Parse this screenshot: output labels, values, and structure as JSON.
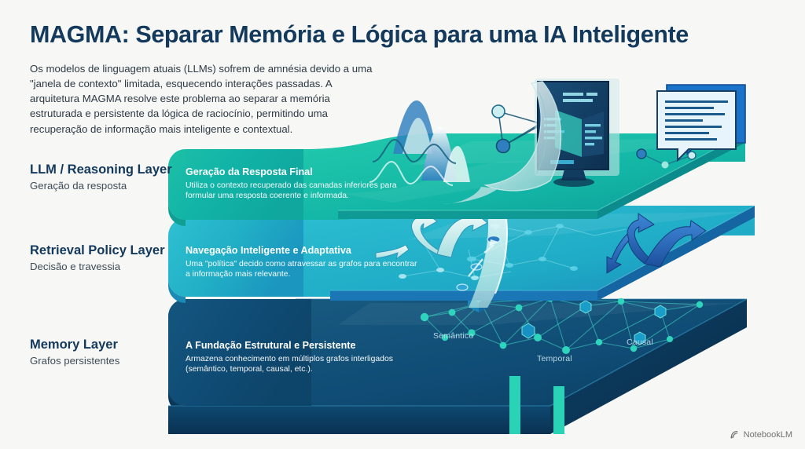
{
  "page": {
    "title": "MAGMA: Separar Memória e Lógica para uma IA Inteligente",
    "intro": "Os modelos de linguagem atuais (LLMs) sofrem de amnésia devido a uma \"janela de contexto\" limitada, esquecendo interações passadas. A arquitetura MAGMA resolve este problema ao separar a memória estruturada e persistente da lógica de raciocínio, permitindo uma recuperação de informação mais inteligente e contextual.",
    "background_color": "#f7f7f5",
    "title_color": "#133a5c"
  },
  "layers": [
    {
      "id": "llm",
      "side_title": "LLM / Reasoning Layer",
      "side_subtitle": "Geração da resposta",
      "slab_title": "Geração da Resposta Final",
      "slab_body": "Utiliza o contexto recuperado das camadas inferiores para formular uma resposta coerente e informada.",
      "color": "#12b4a0",
      "color_dark": "#0c8f83"
    },
    {
      "id": "retrieval",
      "side_title": "Retrieval Policy Layer",
      "side_subtitle": "Decisão e travessia",
      "slab_title": "Navegação Inteligente e Adaptativa",
      "slab_body": "Uma \"política\" decido como atravessar as grafos para encontrar a informação mais relevante.",
      "color": "#23b2c8",
      "color_dark": "#1581b8"
    },
    {
      "id": "memory",
      "side_title": "Memory Layer",
      "side_subtitle": "Grafos persistentes",
      "slab_title": "A Fundação Estrutural e Persistente",
      "slab_body": "Armazena conhecimento em múltiplos grafos interligados (semântico, temporal, causal, etc.).",
      "color": "#0f4f77",
      "color_dark": "#0a3d5e"
    }
  ],
  "graph_captions": {
    "semantic": "Semântico",
    "temporal": "Temporal",
    "causal": "Causal"
  },
  "watermark": {
    "label": "NotebookLM",
    "icon": "notebooklm-icon"
  },
  "palette": {
    "teal_bright": "#2ad3b5",
    "cyan": "#23b2c8",
    "navy": "#0f4f77",
    "deep_navy": "#123a5a",
    "node_cyan": "#3fd8c8"
  }
}
